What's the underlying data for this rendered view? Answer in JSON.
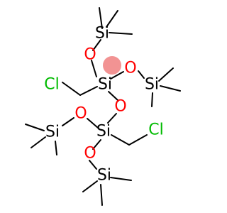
{
  "molecule": {
    "atoms": [
      {
        "id": "si-top",
        "label": "Si",
        "color": "#000000"
      },
      {
        "id": "o-top",
        "label": "O",
        "color": "#ff0000"
      },
      {
        "id": "o-right",
        "label": "O",
        "color": "#ff0000"
      },
      {
        "id": "si-right",
        "label": "Si",
        "color": "#000000"
      },
      {
        "id": "cl-top",
        "label": "Cl",
        "color": "#00bb00"
      },
      {
        "id": "si-center",
        "label": "Si",
        "color": "#000000"
      },
      {
        "id": "o-bridge",
        "label": "O",
        "color": "#ff0000"
      },
      {
        "id": "o-left",
        "label": "O",
        "color": "#ff0000"
      },
      {
        "id": "si-lower",
        "label": "Si",
        "color": "#000000"
      },
      {
        "id": "cl-bottom",
        "label": "Cl",
        "color": "#00bb00"
      },
      {
        "id": "si-left",
        "label": "Si",
        "color": "#000000"
      },
      {
        "id": "o-bottom",
        "label": "O",
        "color": "#ff0000"
      },
      {
        "id": "si-bottom",
        "label": "Si",
        "color": "#000000"
      }
    ],
    "highlight_color": "#f08080",
    "bond_color": "#000000"
  }
}
